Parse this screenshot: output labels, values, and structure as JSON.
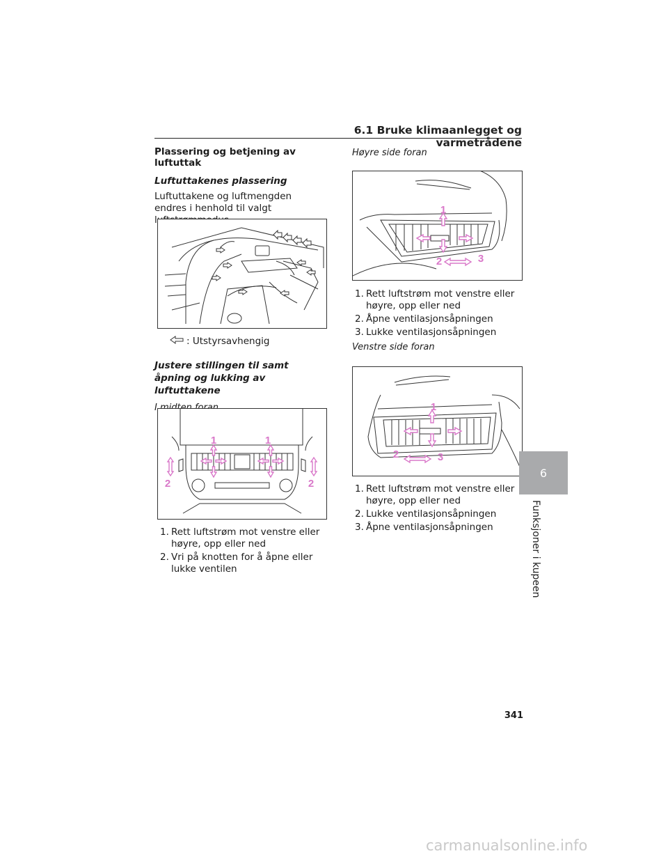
{
  "header": {
    "title": "6.1  Bruke klimaanlegget og varmetrådene"
  },
  "left": {
    "heading": "Plassering og betjening av luftuttak",
    "subheading": "Luftuttakenes plassering",
    "intro": "Luftuttakene og luftmengden endres i henhold til valgt luftstrømmodus.",
    "legend_label": ": Utstyrsavhengig",
    "adjust_heading": "Justere stillingen til samt åpning og lukking av luftuttakene",
    "center_caption": "I midten foran",
    "center_fig_labels": [
      "1",
      "1",
      "2",
      "2"
    ],
    "center_steps": [
      {
        "num": "1.",
        "text": "Rett luftstrøm mot venstre eller høyre, opp eller ned"
      },
      {
        "num": "2.",
        "text": "Vri på knotten for å åpne eller lukke ventilen"
      }
    ]
  },
  "right": {
    "right_caption": "Høyre side foran",
    "right_fig_labels": [
      "1",
      "2",
      "3"
    ],
    "right_steps": [
      {
        "num": "1.",
        "text": "Rett luftstrøm mot venstre eller høyre, opp eller ned"
      },
      {
        "num": "2.",
        "text": "Åpne ventilasjonsåpningen"
      },
      {
        "num": "3.",
        "text": "Lukke ventilasjonsåpningen"
      }
    ],
    "left_caption": "Venstre side foran",
    "left_fig_labels": [
      "1",
      "2",
      "3"
    ],
    "left_steps": [
      {
        "num": "1.",
        "text": "Rett luftstrøm mot venstre eller høyre, opp eller ned"
      },
      {
        "num": "2.",
        "text": "Lukke ventilasjonsåpningen"
      },
      {
        "num": "3.",
        "text": "Åpne ventilasjonsåpningen"
      }
    ]
  },
  "tab": {
    "number": "6",
    "label": "Funksjoner i kupeen"
  },
  "page_number": "341",
  "watermark": "carmanualsonline.info",
  "colors": {
    "accent_pink": "#d978c9",
    "tab_gray": "#a9aaac"
  }
}
